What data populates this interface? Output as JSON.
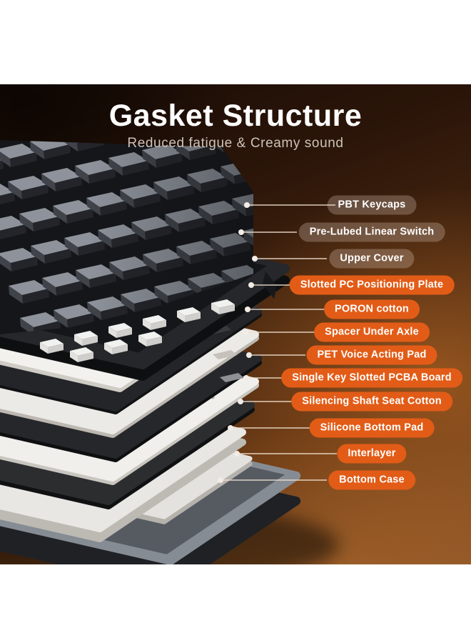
{
  "title": "Gasket Structure",
  "subtitle": "Reduced fatigue & Creamy sound",
  "colors": {
    "accent_orange": "#E25C17",
    "glass_pill": "rgba(238,222,210,0.26)",
    "background_brown_dark": "#1A0C05",
    "background_brown_light": "#865026",
    "title_color": "#FFFFFF",
    "subtitle_color": "#CDC3B9",
    "letterbox": "#FFFFFF"
  },
  "labels": [
    {
      "text": "PBT Keycaps",
      "style": "glass"
    },
    {
      "text": "Pre-Lubed Linear Switch",
      "style": "glass"
    },
    {
      "text": "Upper Cover",
      "style": "glass"
    },
    {
      "text": "Slotted PC Positioning Plate",
      "style": "orange"
    },
    {
      "text": "PORON cotton",
      "style": "orange"
    },
    {
      "text": "Spacer Under Axle",
      "style": "orange"
    },
    {
      "text": "PET Voice Acting Pad",
      "style": "orange"
    },
    {
      "text": "Single Key Slotted PCBA Board",
      "style": "orange"
    },
    {
      "text": "Silencing Shaft Seat Cotton",
      "style": "orange"
    },
    {
      "text": "Silicone Bottom Pad",
      "style": "orange"
    },
    {
      "text": "Interlayer",
      "style": "orange"
    },
    {
      "text": "Bottom Case",
      "style": "orange"
    }
  ]
}
